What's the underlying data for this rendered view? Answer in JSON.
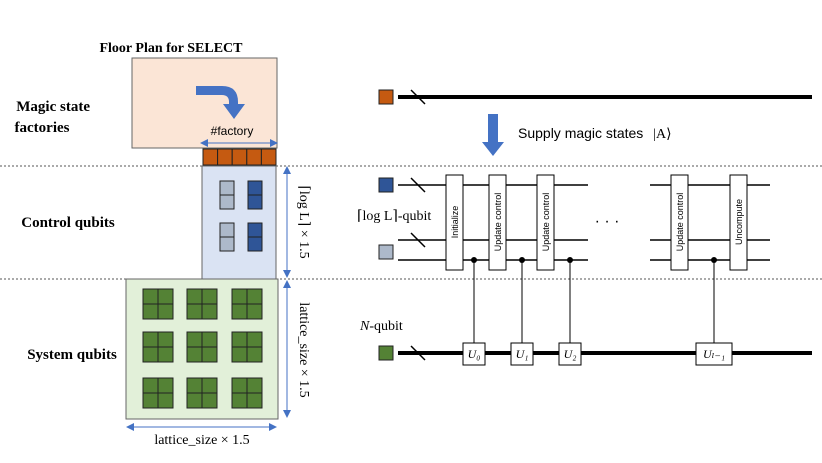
{
  "floorplan": {
    "title": "Floor Plan for SELECT",
    "factory_label": "#factory",
    "control_height_label": "⌈log L⌉ × 1.5",
    "lattice_height_label": "lattice_size × 1.5",
    "lattice_width_label": "lattice_size × 1.5",
    "factory_cells": 5,
    "colors": {
      "factory_fill": "#fbe5d6",
      "factory_cell": "#c55a11",
      "control_fill": "#dae3f3",
      "control_dark": "#2f5597",
      "control_light": "#adb9ca",
      "system_fill": "#e2f0d9",
      "system_cell": "#548235",
      "arrow": "#4472c4"
    }
  },
  "rows": {
    "magic": "Magic state\nfactories",
    "control": "Control qubits",
    "system": "System qubits"
  },
  "circuit": {
    "supply_label": "Supply magic states",
    "supply_ket": "|A⟩",
    "control_register_label": "⌈log L⌉-qubit",
    "system_register_label": "N-qubit",
    "ellipsis": "· · ·",
    "gates": [
      "Initialize",
      "Update control",
      "Update control",
      "Update control",
      "Uncompute"
    ],
    "unitaries": [
      "U₀",
      "U₁",
      "U₂",
      "Uₗ₋₁"
    ]
  }
}
